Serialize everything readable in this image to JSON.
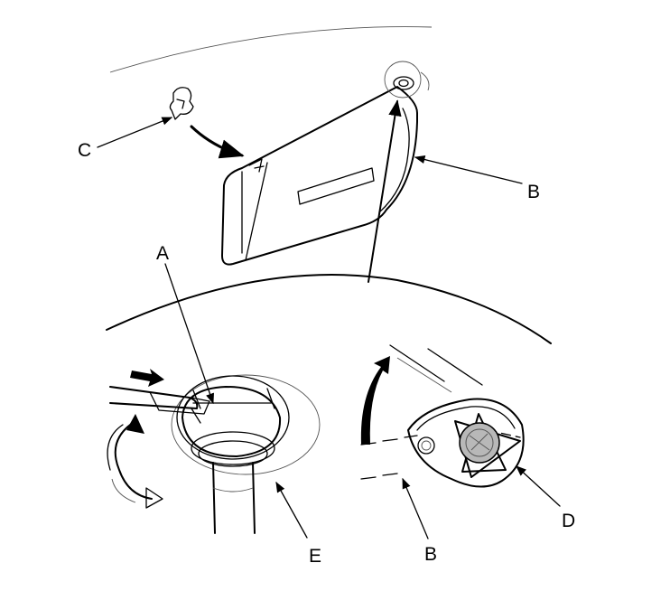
{
  "labels": {
    "A": "A",
    "B_upper": "B",
    "B_lower": "B",
    "C": "C",
    "D": "D",
    "E": "E"
  },
  "colors": {
    "line": "#000000",
    "background": "#ffffff",
    "fastener_fill": "#b8b8b8"
  }
}
